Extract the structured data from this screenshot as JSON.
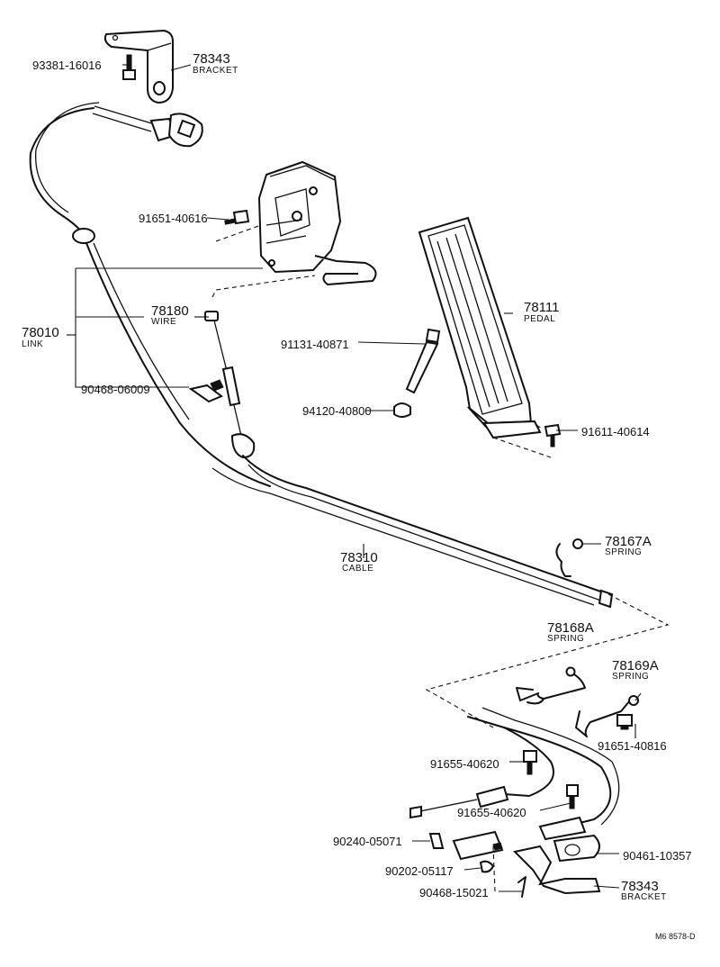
{
  "callouts": {
    "p93381": "93381-16016",
    "p78343_top": "78343",
    "bracket_top": "BRACKET",
    "p91651_40616": "91651-40616",
    "p78180": "78180",
    "wire": "WIRE",
    "p78010": "78010",
    "link": "LINK",
    "p90468_06009": "90468-06009",
    "p78111": "78111",
    "pedal": "PEDAL",
    "p91131": "91131-40871",
    "p94120": "94120-40800",
    "p91611": "91611-40614",
    "p78310": "78310",
    "cable": "CABLE",
    "p78167A": "78167A",
    "spring_167": "SPRING",
    "p78168A": "78168A",
    "spring_168": "SPRING",
    "p78169A": "78169A",
    "spring_169": "SPRING",
    "p91651_40816": "91651-40816",
    "p91655_a": "91655-40620",
    "p91655_b": "91655-40620",
    "p90240": "90240-05071",
    "p90461": "90461-10357",
    "p90202": "90202-05117",
    "p90468_15021": "90468-15021",
    "p78343_bot": "78343",
    "bracket_bot": "BRACKET",
    "drawing_code": "M6 8578-D"
  }
}
